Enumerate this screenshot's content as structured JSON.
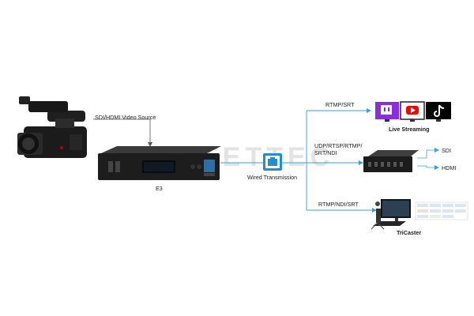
{
  "source": {
    "label": "SDI/HDMI Video Source"
  },
  "encoder": {
    "label": "E3"
  },
  "network": {
    "label": "Wired Transmission"
  },
  "branches": [
    {
      "protocol": "RTMP/SRT",
      "destination": "Live Streaming"
    },
    {
      "protocol": "UDP/RTSP/RTMP/\nSRT/NDI",
      "outputs": [
        "SDI",
        "HDMI"
      ]
    },
    {
      "protocol": "RTMP/NDI/SRT",
      "destination": "TriCaster"
    }
  ],
  "watermark": "TETTEC",
  "platforms": [
    {
      "icon": "twitch-icon",
      "color": "#8b2be2"
    },
    {
      "icon": "youtube-icon",
      "color": "#ff0000"
    },
    {
      "icon": "tiktok-icon",
      "color": "#000000"
    }
  ],
  "colors": {
    "line": "#3aa0d8",
    "icon": "#1f8fd1"
  }
}
